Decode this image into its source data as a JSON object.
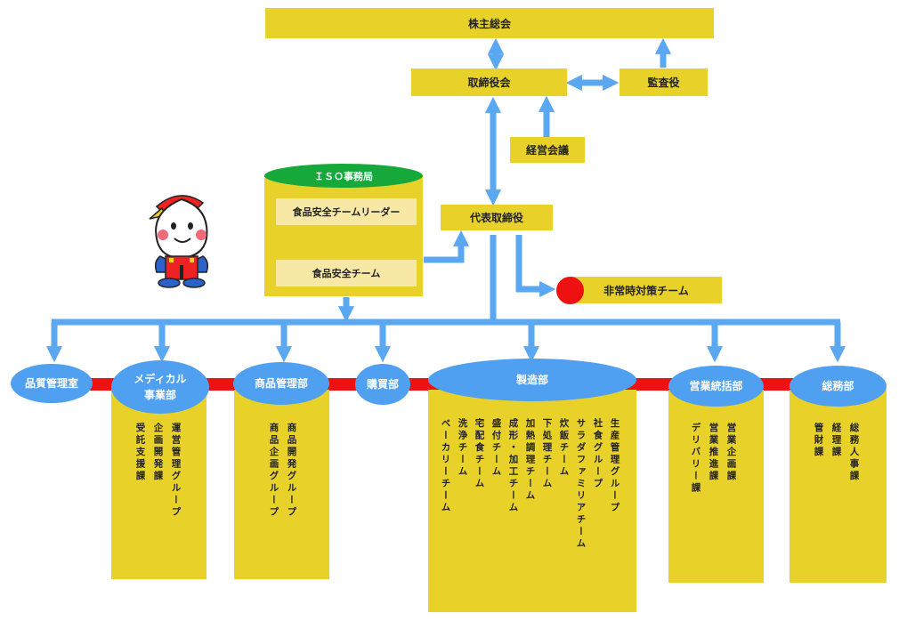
{
  "top": {
    "shareholders": "株主総会",
    "board": "取締役会",
    "auditor": "監査役",
    "management_meeting": "経営会議",
    "representative": "代表取締役",
    "emergency_team": "非常時対策チーム"
  },
  "iso": {
    "title": "ＩＳＯ事務局",
    "leader": "食品安全チームリーダー",
    "team": "食品安全チーム"
  },
  "departments": {
    "quality": "品質管理室",
    "medical": "メディカル\n事業部",
    "merch": "商品管理部",
    "purchase": "購買部",
    "manufacturing": "製造部",
    "sales": "営業統括部",
    "general": "総務部"
  },
  "sections": {
    "medical": [
      "運営管理グループ",
      "企画開発課",
      "受託支援課"
    ],
    "merch": [
      "商品開発グループ",
      "商品企画グループ"
    ],
    "manufacturing": [
      "生産管理グループ",
      "社食グループ",
      "サラダファミリアチーム",
      "炊飯チーム",
      "下処理チーム",
      "加熱調理チーム",
      "成形・加工チーム",
      "盛付チーム",
      "宅配食チーム",
      "洗浄チーム",
      "ベーカリーチーム"
    ],
    "sales": [
      "営業企画課",
      "営業推進課",
      "デリバリー課"
    ],
    "general": [
      "総務人事課",
      "経理課",
      "管財課"
    ]
  },
  "colors": {
    "box_yellow": "#e8d22a",
    "box_pale": "#f8e8a6",
    "oval_blue": "#4fa0f0",
    "arrow_blue": "#5aa7f2",
    "iso_green": "#16a83a",
    "line_red": "#ee1111"
  }
}
